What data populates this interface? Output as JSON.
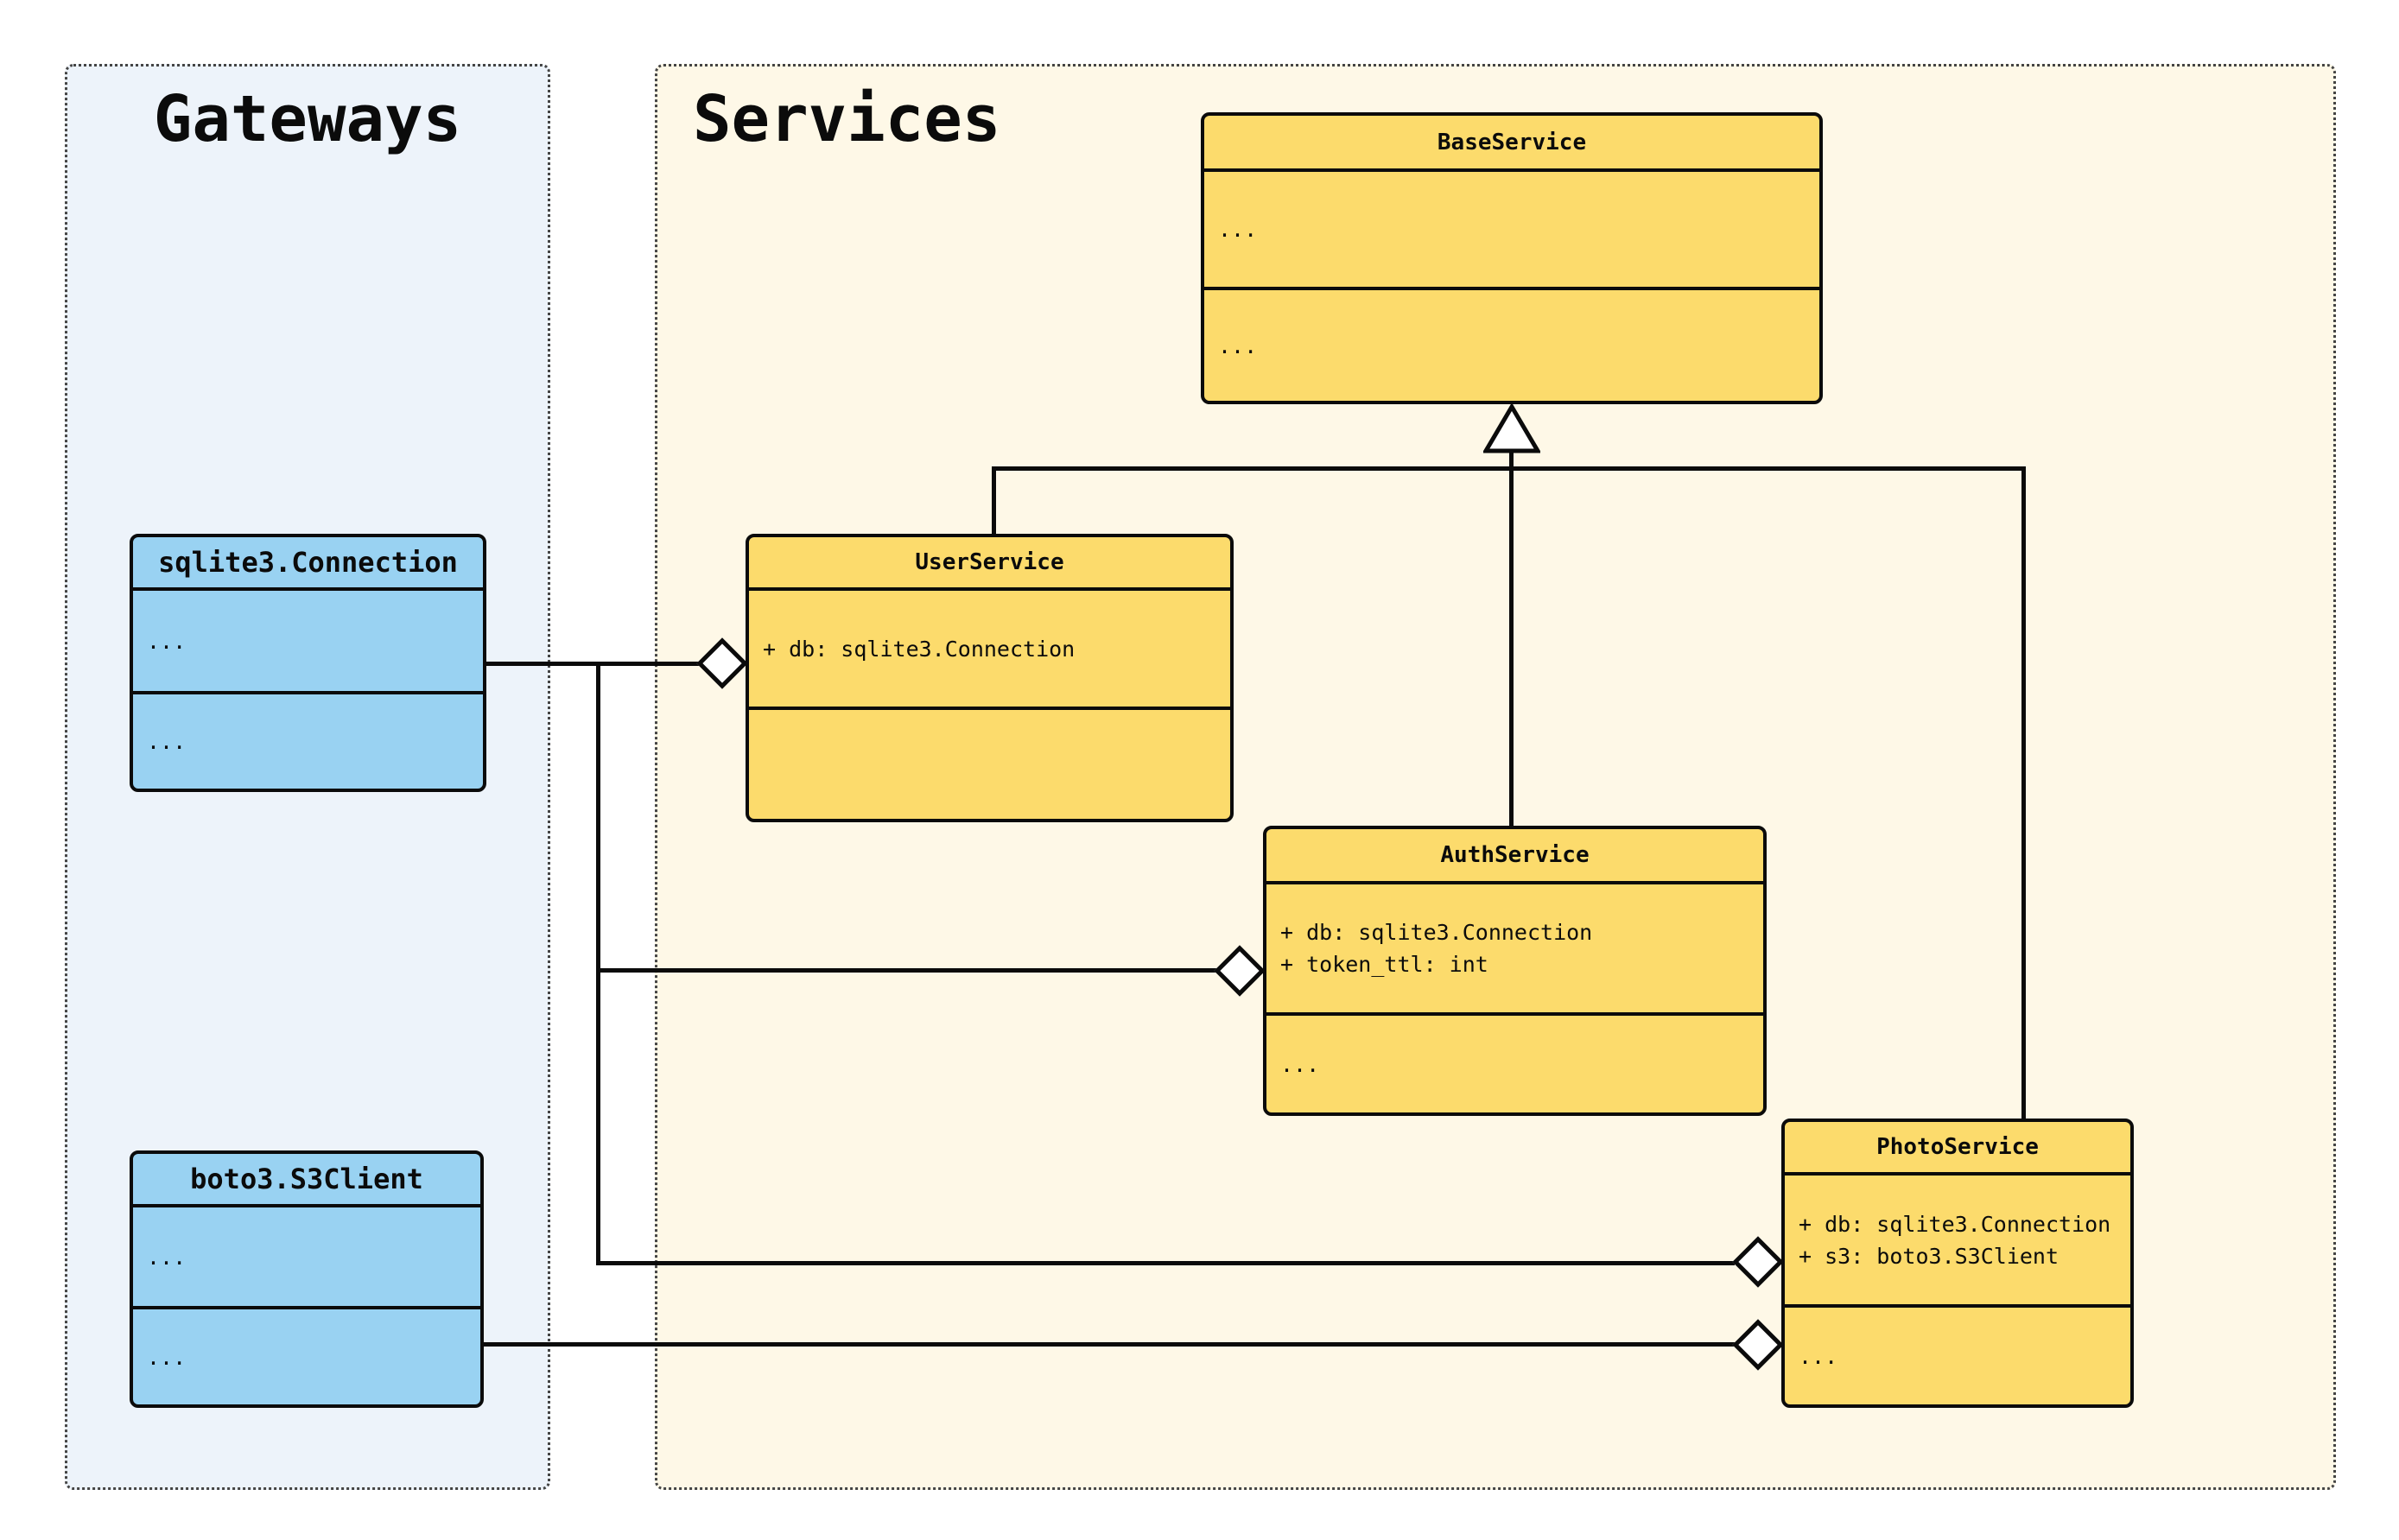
{
  "colors": {
    "page_bg": "#ffffff",
    "gateways_bg": "#edf3fa",
    "services_bg": "#fef8e7",
    "gateway_fill": "#99d2f2",
    "service_fill": "#fcdb6c",
    "stroke": "#0b0b0b",
    "container_border": "#444444",
    "text": "#0b0b0b"
  },
  "containers": {
    "gateways": {
      "label": "Gateways"
    },
    "services": {
      "label": "Services"
    }
  },
  "classes": {
    "base": {
      "name": "BaseService",
      "attributes": [
        "..."
      ],
      "methods": [
        "..."
      ]
    },
    "user": {
      "name": "UserService",
      "attributes": [
        "+ db: sqlite3.Connection"
      ],
      "methods": []
    },
    "auth": {
      "name": "AuthService",
      "attributes": [
        "+ db: sqlite3.Connection",
        "+ token_ttl: int"
      ],
      "methods": [
        "..."
      ]
    },
    "photo": {
      "name": "PhotoService",
      "attributes": [
        "+ db: sqlite3.Connection",
        "+ s3: boto3.S3Client"
      ],
      "methods": [
        "..."
      ]
    },
    "sqlite": {
      "name": "sqlite3.Connection",
      "attributes": [
        "..."
      ],
      "methods": [
        "..."
      ]
    },
    "boto": {
      "name": "boto3.S3Client",
      "attributes": [
        "..."
      ],
      "methods": [
        "..."
      ]
    }
  },
  "relationships": [
    {
      "type": "inheritance",
      "from": "UserService",
      "to": "BaseService"
    },
    {
      "type": "inheritance",
      "from": "AuthService",
      "to": "BaseService"
    },
    {
      "type": "inheritance",
      "from": "PhotoService",
      "to": "BaseService"
    },
    {
      "type": "aggregation",
      "from": "sqlite3.Connection",
      "to": "UserService"
    },
    {
      "type": "aggregation",
      "from": "sqlite3.Connection",
      "to": "AuthService"
    },
    {
      "type": "aggregation",
      "from": "sqlite3.Connection",
      "to": "PhotoService"
    },
    {
      "type": "aggregation",
      "from": "boto3.S3Client",
      "to": "PhotoService"
    }
  ]
}
